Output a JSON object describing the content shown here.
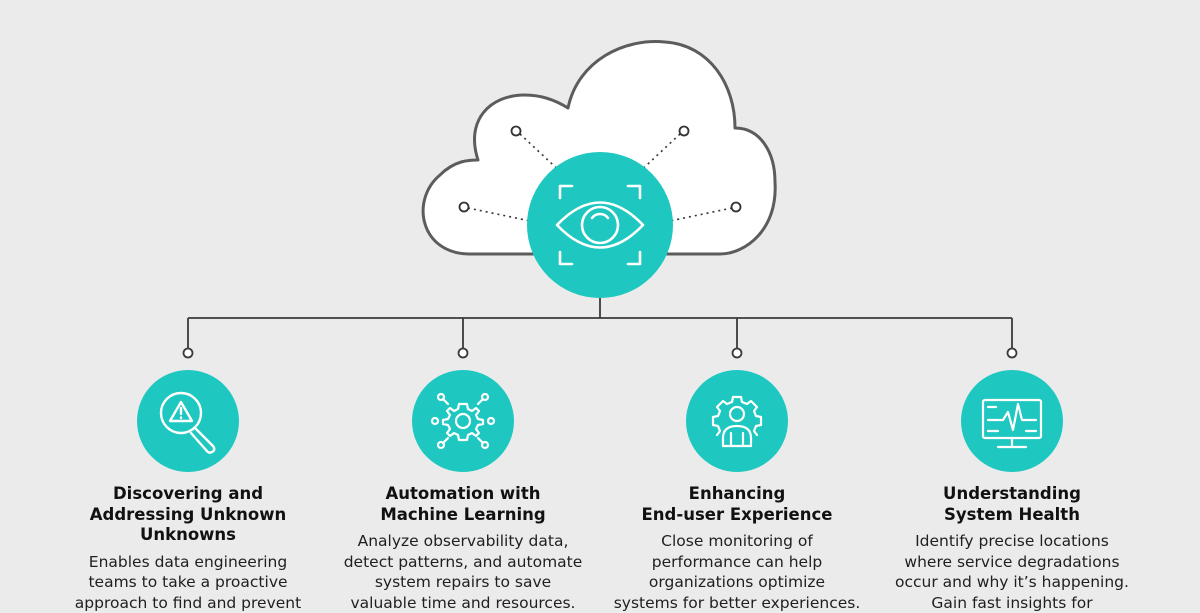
{
  "colors": {
    "background": "#ebebeb",
    "accent": "#1ec8c0",
    "outline": "#5c5c5c",
    "connector": "#3a3a3a",
    "icon_stroke": "#ffffff"
  },
  "center": {
    "icon": "eye-icon",
    "container": "cloud-icon"
  },
  "pillars": [
    {
      "icon": "magnifier-warning-icon",
      "title": "Discovering and\nAddressing Unknown\nUnknowns",
      "description": "Enables data engineering\nteams to take a proactive\napproach to find and prevent"
    },
    {
      "icon": "gear-network-icon",
      "title": "Automation with\nMachine Learning",
      "description": "Analyze observability data,\ndetect patterns, and automate\nsystem repairs to save\nvaluable time and resources."
    },
    {
      "icon": "gear-user-icon",
      "title": "Enhancing\nEnd-user Experience",
      "description": "Close monitoring of\nperformance can help\norganizations optimize\nsystems for better experiences."
    },
    {
      "icon": "monitor-heartbeat-icon",
      "title": "Understanding\nSystem Health",
      "description": "Identify precise locations\nwhere service degradations\noccur and why it’s happening.\nGain fast insights for"
    }
  ]
}
